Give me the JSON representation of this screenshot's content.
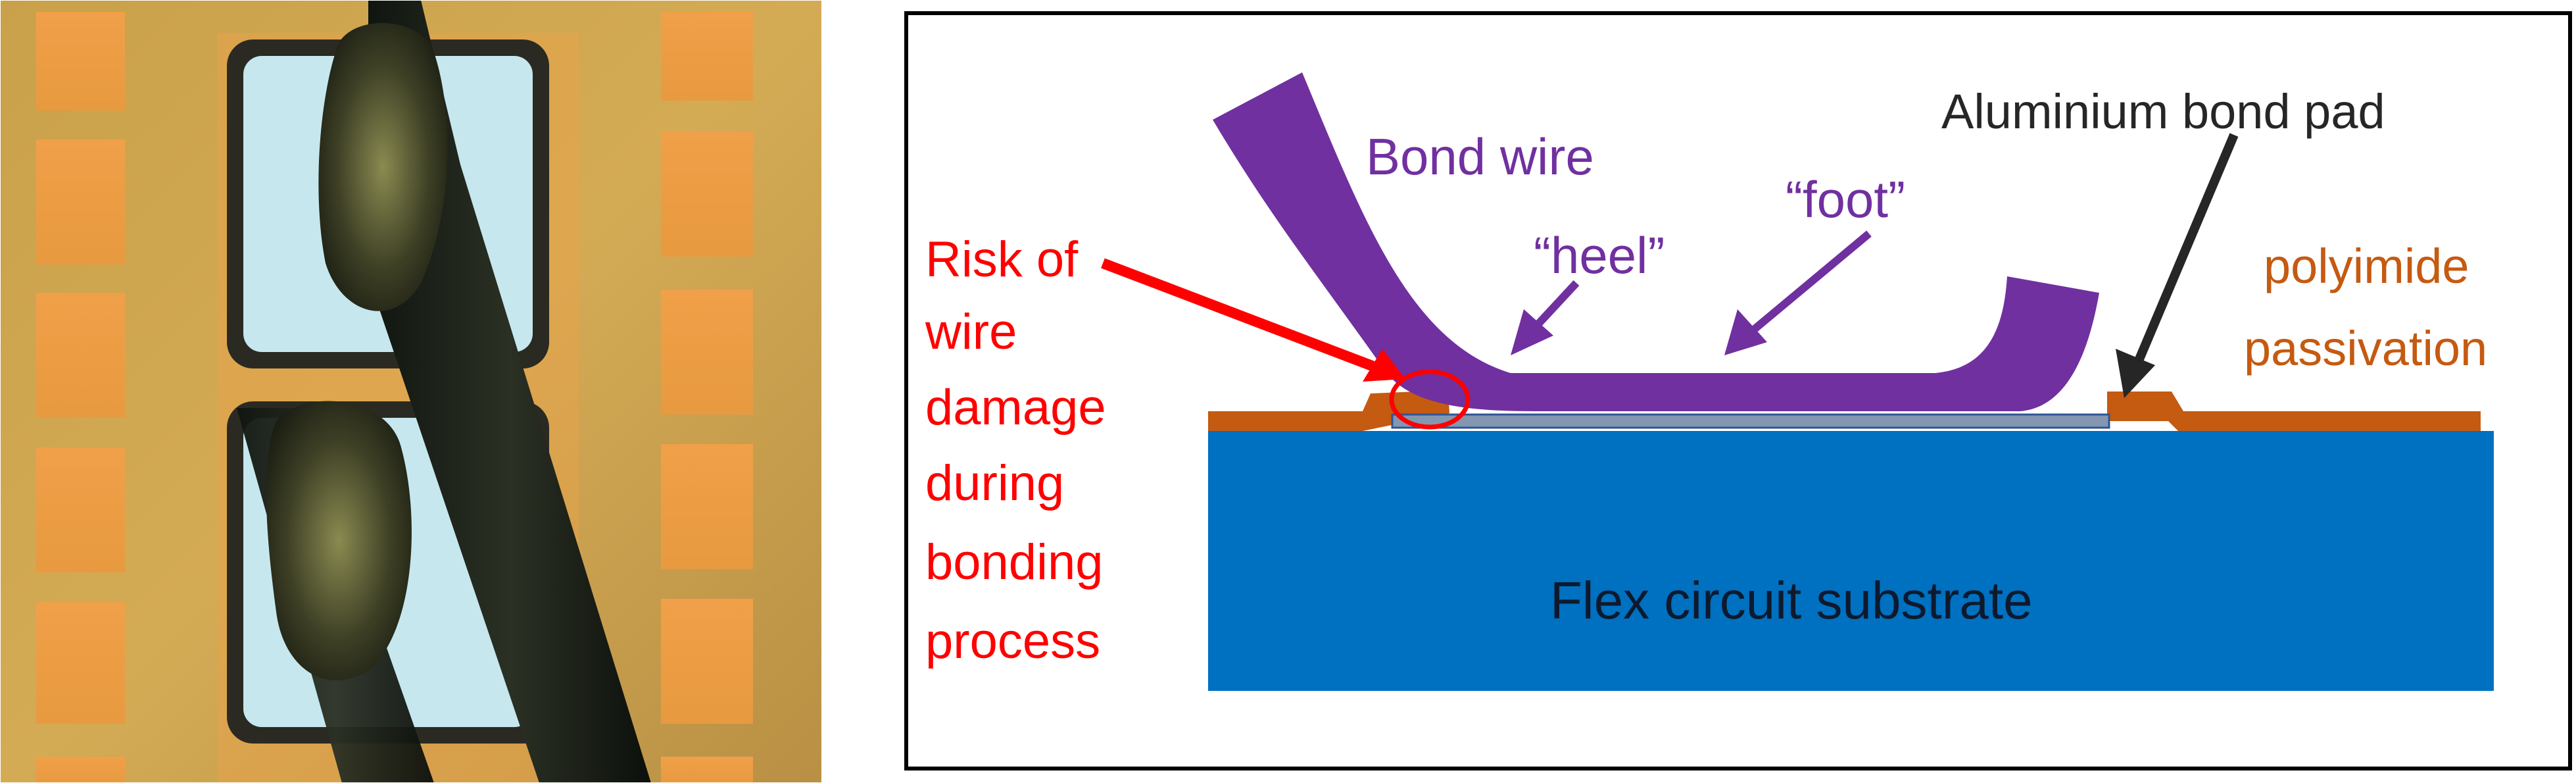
{
  "photo": {
    "description_icon": "micrograph-image"
  },
  "diagram": {
    "labels": {
      "bond_wire": "Bond wire",
      "heel": "“heel”",
      "foot": "“foot”",
      "aluminium_bond_pad": "Aluminium bond pad",
      "polyimide_line1": "polyimide",
      "polyimide_line2": "passivation",
      "risk_lines": [
        "Risk of",
        "wire",
        "damage",
        "during",
        "bonding",
        "process"
      ],
      "substrate": "Flex circuit substrate"
    },
    "colors": {
      "bond_wire": "#7030a0",
      "polyimide": "#c55a11",
      "substrate": "#0070c0",
      "bond_pad": "#8497b0",
      "risk": "#ff0000",
      "label_dark": "#262626",
      "frame": "#000000"
    }
  }
}
